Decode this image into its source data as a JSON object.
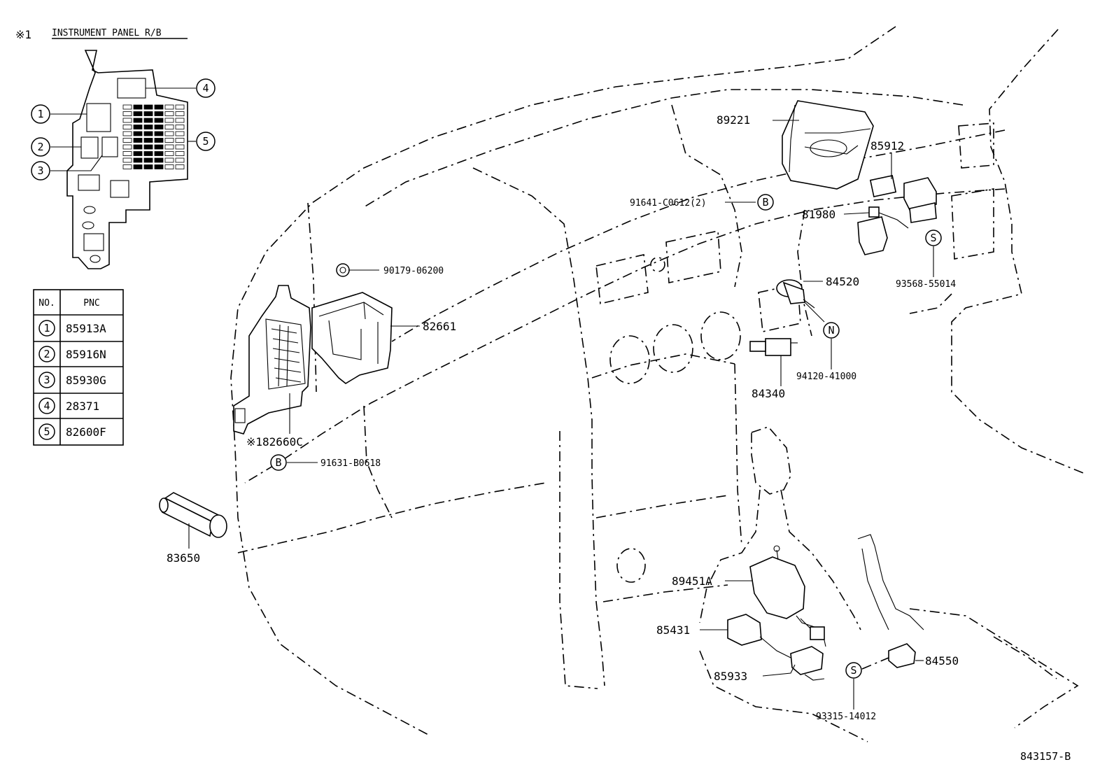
{
  "inset": {
    "mark": "※1",
    "title": "INSTRUMENT PANEL R/B",
    "callouts": [
      "1",
      "2",
      "3",
      "4",
      "5"
    ]
  },
  "table": {
    "headers": [
      "NO.",
      "PNC"
    ],
    "rows": [
      {
        "no": "1",
        "pnc": "85913A"
      },
      {
        "no": "2",
        "pnc": "85916N"
      },
      {
        "no": "3",
        "pnc": "85930G"
      },
      {
        "no": "4",
        "pnc": "28371"
      },
      {
        "no": "5",
        "pnc": "82600F"
      }
    ]
  },
  "parts": {
    "p89221": "89221",
    "p85912": "85912",
    "p91641": "91641-C0612(2)",
    "p81980": "81980",
    "p93568": "93568-55014",
    "p84520": "84520",
    "p94120": "94120-41000",
    "p84340": "84340",
    "p90179": "90179-06200",
    "p82661": "82661",
    "p82660c": "※182660C",
    "p91631": "91631-B0618",
    "p83650": "83650",
    "p89451a": "89451A",
    "p85431": "85431",
    "p85933": "85933",
    "p84550": "84550",
    "p93315": "93315-14012"
  },
  "symbols": {
    "b": "B",
    "s": "S",
    "n": "N"
  },
  "figure_id": "843157-B"
}
